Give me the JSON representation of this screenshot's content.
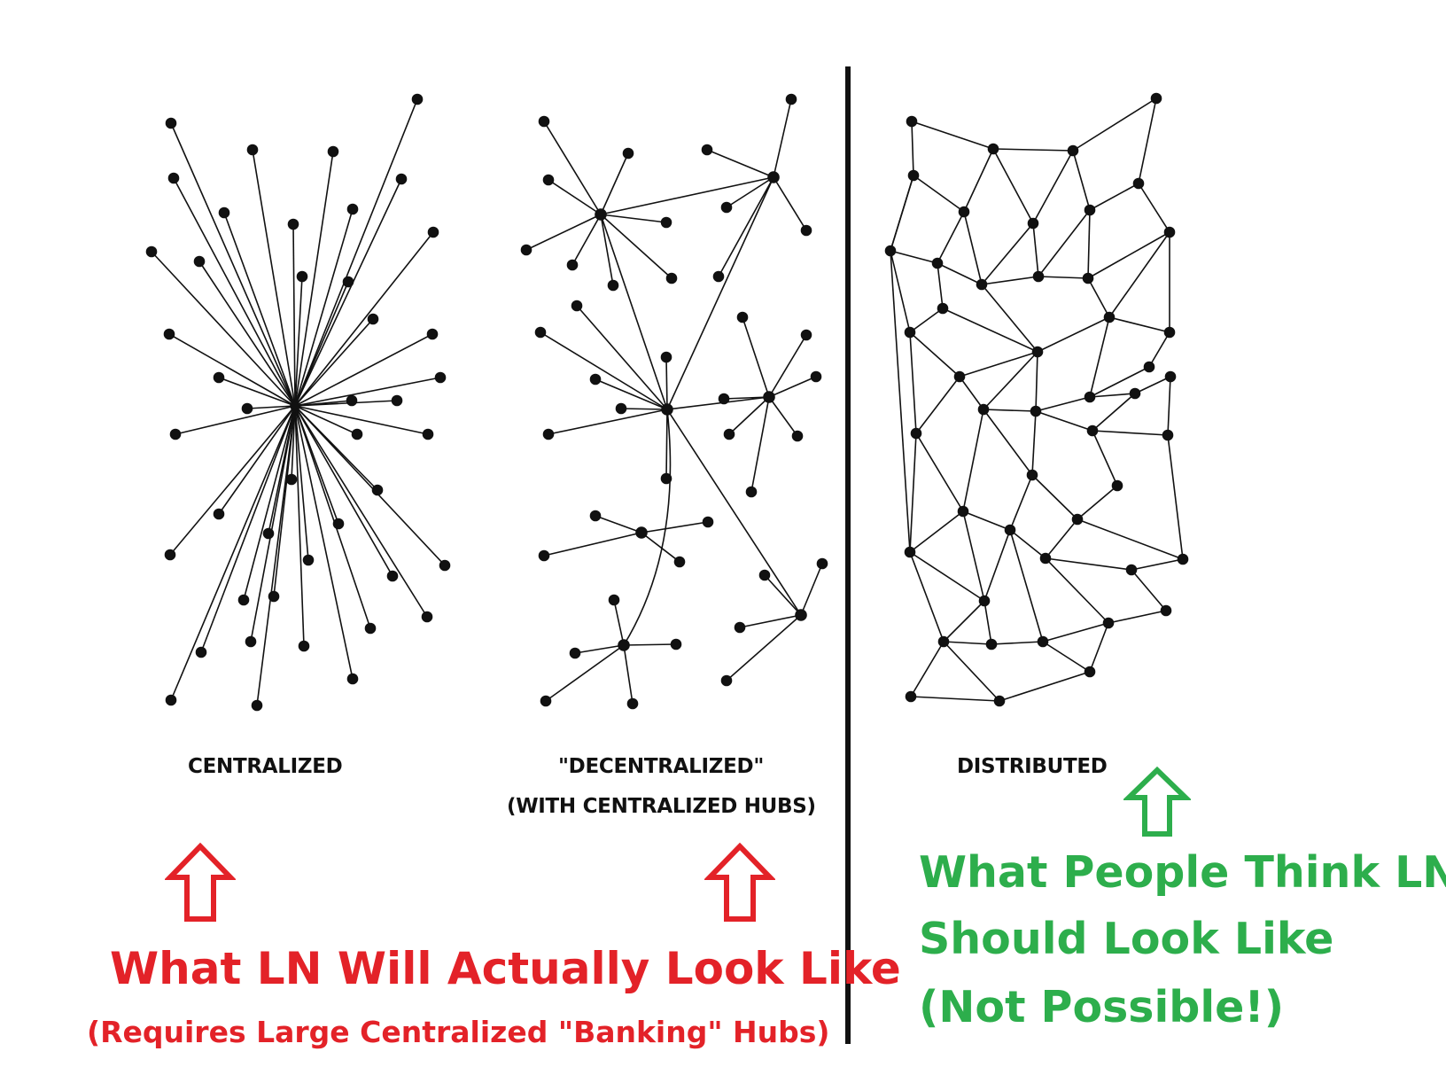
{
  "labels": {
    "centralized": "CENTRALIZED",
    "decentralized": "\"DECENTRALIZED\"",
    "decentralized_sub": "(WITH CENTRALIZED HUBS)",
    "distributed": "DISTRIBUTED"
  },
  "captions": {
    "red_main": "What LN Will Actually Look Like",
    "red_sub": "(Requires Large Centralized \"Banking\" Hubs)",
    "green_line1": "What People Think LN",
    "green_line2": "Should Look Like",
    "green_line3": "(Not Possible!)"
  },
  "colors": {
    "red": "#e32228",
    "green": "#2dae4c",
    "ink": "#111111"
  },
  "icons": {
    "red_arrow": "up-arrow-outline-icon",
    "green_arrow": "up-arrow-outline-icon"
  }
}
